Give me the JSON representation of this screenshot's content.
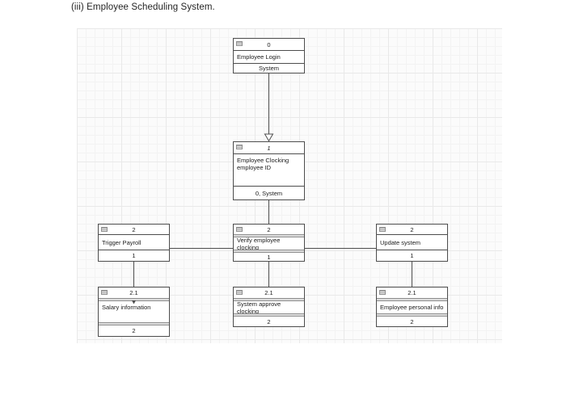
{
  "title": "(iii) Employee Scheduling System.",
  "diagram": {
    "boxes": [
      {
        "id": "0",
        "label": "Employee Login",
        "footer": "System"
      },
      {
        "id": "1",
        "label": "Employee Clocking\nemployee ID",
        "footer": "0, System"
      },
      {
        "id": "2",
        "label": "Trigger Payroll",
        "footer": "1"
      },
      {
        "id": "2",
        "label": "Verify employee clocking",
        "footer": "1"
      },
      {
        "id": "2",
        "label": "Update system",
        "footer": "1"
      },
      {
        "id": "2.1",
        "label": "Salary information",
        "footer": "2"
      },
      {
        "id": "2.1",
        "label": "System approve clocking",
        "footer": "2"
      },
      {
        "id": "2.1",
        "label": "Employee personal info",
        "footer": "2"
      }
    ],
    "colors": {
      "box_border": "#4d4d4d",
      "box_fill": "#ffffff",
      "separator_band": "#dcdcdc",
      "connector": "#4d4d4d",
      "grid_minor": "#f3f3f3",
      "grid_major": "#e9e9e9",
      "text": "#1a1a1a"
    }
  }
}
